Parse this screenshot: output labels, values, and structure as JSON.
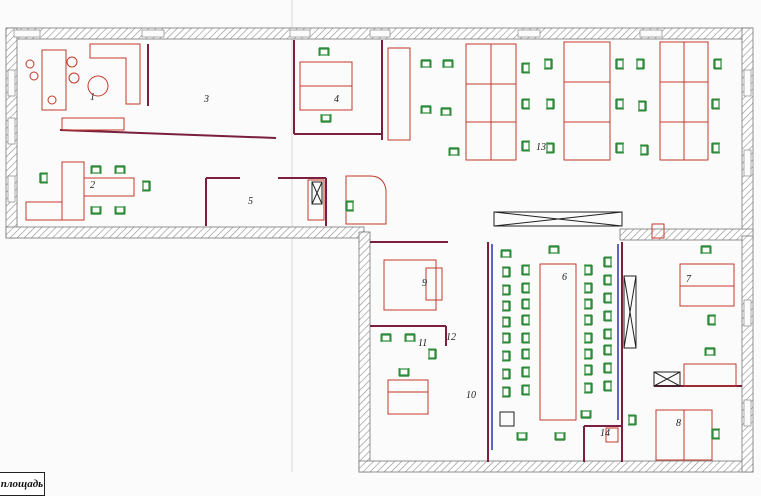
{
  "rooms": [
    {
      "id": "1",
      "label": "1"
    },
    {
      "id": "2",
      "label": "2"
    },
    {
      "id": "3",
      "label": "3"
    },
    {
      "id": "4",
      "label": "4"
    },
    {
      "id": "5",
      "label": "5"
    },
    {
      "id": "6",
      "label": "6"
    },
    {
      "id": "7",
      "label": "7"
    },
    {
      "id": "8",
      "label": "8"
    },
    {
      "id": "9",
      "label": "9"
    },
    {
      "id": "10",
      "label": "10"
    },
    {
      "id": "11",
      "label": "11"
    },
    {
      "id": "12",
      "label": "12"
    },
    {
      "id": "13",
      "label": "13"
    },
    {
      "id": "14",
      "label": "14"
    }
  ],
  "footer_label": "площадь",
  "colors": {
    "wall_hatch": "#8c8c8c",
    "furniture": "#c0392b",
    "chair": "#2e8b3a",
    "partition": "#7a1f3d",
    "blue_partition": "#3b3fb8"
  }
}
